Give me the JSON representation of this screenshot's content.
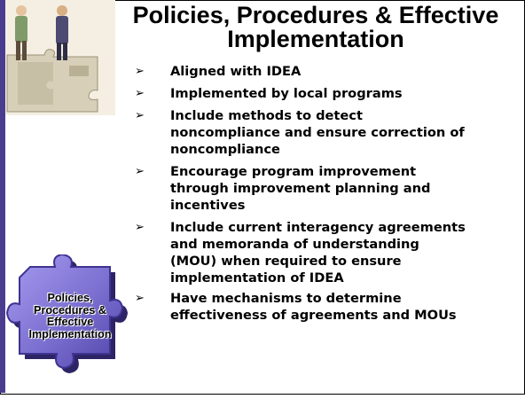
{
  "slide": {
    "title_line1": "Policies, Procedures & Effective",
    "title_line2": "Implementation",
    "bullets": [
      {
        "lines": [
          "Aligned with IDEA"
        ]
      },
      {
        "lines": [
          "Implemented by local programs"
        ]
      },
      {
        "lines": [
          "Include methods to detect",
          "noncompliance and ensure correction of",
          "noncompliance"
        ]
      },
      {
        "lines": [
          "Encourage program improvement",
          "through improvement planning and",
          "incentives"
        ]
      },
      {
        "lines": [
          "Include current interagency agreements",
          "and memoranda of understanding",
          "(MOU) when required to ensure",
          "implementation of IDEA"
        ]
      },
      {
        "lines": [
          "Have mechanisms to determine",
          "effectiveness of agreements and MOUs"
        ]
      }
    ],
    "bullet_marker": "➢"
  },
  "puzzle_piece": {
    "label_lines": [
      "Policies,",
      "Procedures &",
      "Effective",
      "Implementation"
    ],
    "color": "#7b6fd0"
  },
  "colors": {
    "accent": "#4a3d8f",
    "puzzle": "#7b6fd0",
    "text": "#000000"
  },
  "icons": {
    "art": "people-on-puzzle-illustration",
    "piece": "puzzle-piece-icon",
    "marker": "arrowhead-bullet"
  }
}
